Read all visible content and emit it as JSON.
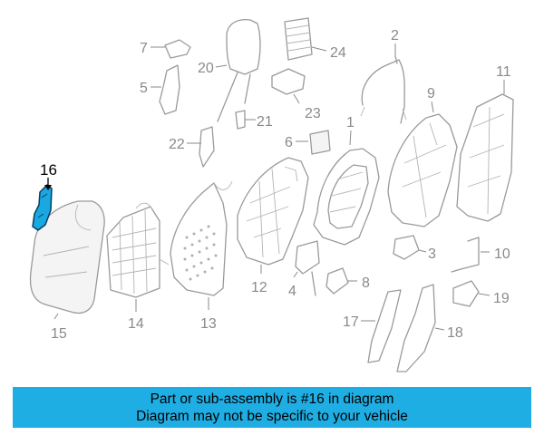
{
  "callouts": {
    "c1": "1",
    "c2": "2",
    "c3": "3",
    "c4": "4",
    "c5": "5",
    "c6": "6",
    "c7": "7",
    "c8": "8",
    "c9": "9",
    "c10": "10",
    "c11": "11",
    "c12": "12",
    "c13": "13",
    "c14": "14",
    "c15": "15",
    "c16": "16",
    "c17": "17",
    "c18": "18",
    "c19": "19",
    "c20": "20",
    "c21": "21",
    "c22": "22",
    "c23": "23",
    "c24": "24"
  },
  "highlighted_part": "16",
  "colors": {
    "highlight_fill": "#1aa8e0",
    "highlight_outline": "#0a3d63",
    "banner_background": "#1faee3",
    "part_stroke": "#9a9a9a"
  },
  "banner": {
    "line1": "Part or sub-assembly is #16 in diagram",
    "line2": "Diagram may not be specific to your vehicle"
  }
}
